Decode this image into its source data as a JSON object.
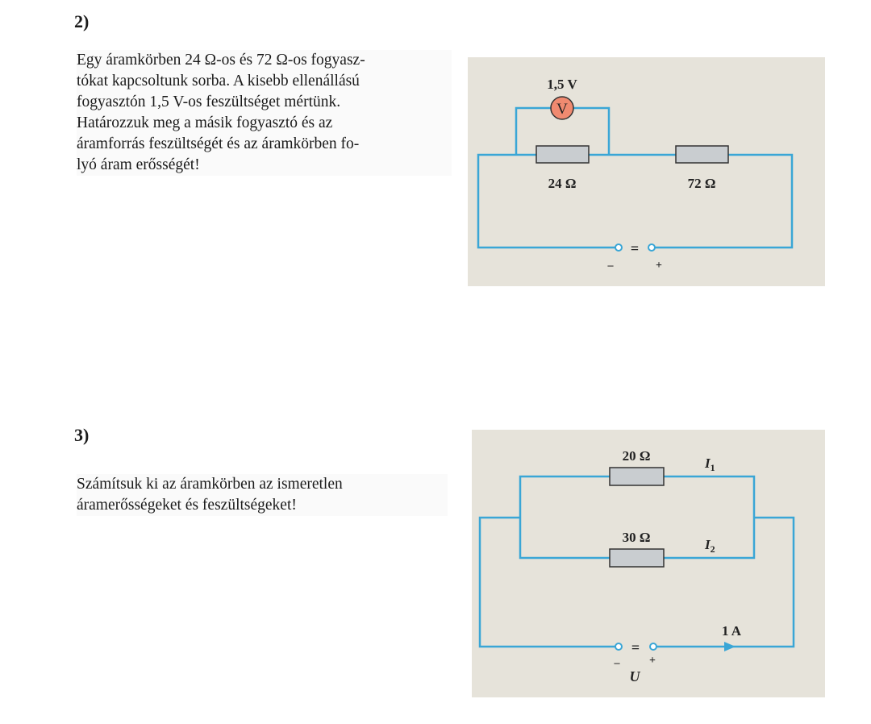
{
  "problem2": {
    "number": "2)",
    "lines": [
      "Egy áramkörben 24 Ω-os és 72 Ω-os fogyasz-",
      "tókat kapcsoltunk sorba. A kisebb ellenállású",
      "fogyasztón 1,5 V-os feszültséget mértünk.",
      "Határozzuk meg a másik fogyasztó és az",
      "áramforrás feszültségét és az áramkörben fo-",
      "lyó áram erősségét!"
    ],
    "diagram": {
      "voltmeter_reading": "1,5 V",
      "voltmeter_symbol": "V",
      "r1_label": "24 Ω",
      "r2_label": "72 Ω",
      "minus": "–",
      "plus": "+",
      "source_symbol": "="
    }
  },
  "problem3": {
    "number": "3)",
    "lines": [
      "Számítsuk ki az áramkörben az ismeretlen",
      "áramerősségeket és feszültségeket!"
    ],
    "diagram": {
      "r1_label": "20 Ω",
      "r2_label": "30 Ω",
      "i1_label": "I",
      "i1_sub": "1",
      "i2_label": "I",
      "i2_sub": "2",
      "current_label": "1 A",
      "voltage_label": "U",
      "minus": "–",
      "plus": "+",
      "source_symbol": "="
    }
  },
  "colors": {
    "wire": "#3aa6d6",
    "panel": "#e6e3da",
    "resistor": "#c9cdd0",
    "voltmeter": "#f08a70"
  }
}
